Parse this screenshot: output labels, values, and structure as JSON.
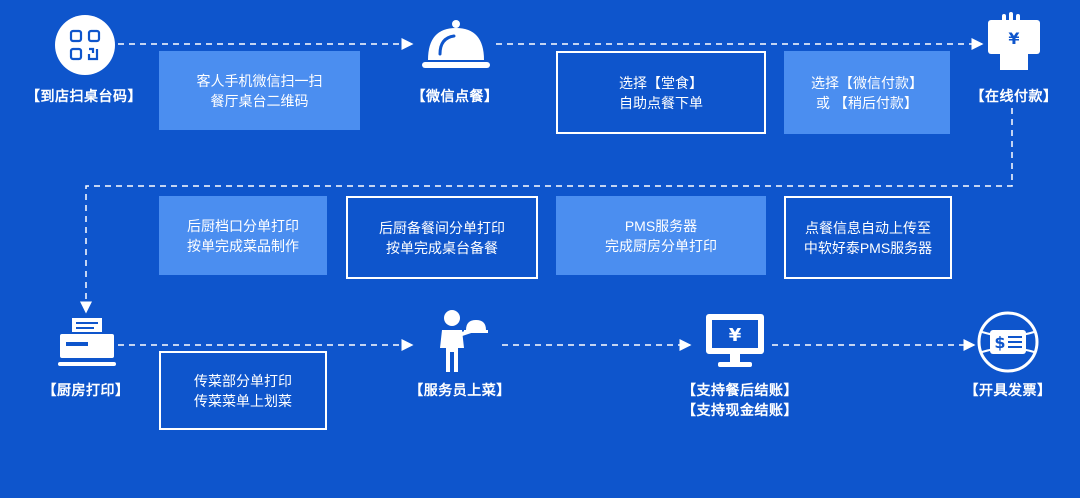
{
  "nodes": {
    "scan": {
      "label": "【到店扫桌台码】",
      "icon": "qr-code-icon"
    },
    "order": {
      "label": "【微信点餐】",
      "icon": "cloche-icon"
    },
    "pay": {
      "label": "【在线付款】",
      "icon": "hand-card-icon"
    },
    "print": {
      "label": "【厨房打印】",
      "icon": "printer-icon"
    },
    "serve": {
      "label": "【服务员上菜】",
      "icon": "waiter-icon"
    },
    "checkout": {
      "label1": "【支持餐后结账】",
      "label2": "【支持现金结账】",
      "icon": "monitor-yen-icon"
    },
    "invoice": {
      "label": "【开具发票】",
      "icon": "invoice-globe-icon"
    }
  },
  "boxes": {
    "scan_desc": {
      "line1": "客人手机微信扫一扫",
      "line2": "餐厅桌台二维码"
    },
    "choose_dinein": {
      "line1": "选择【堂食】",
      "line2": "自助点餐下单"
    },
    "choose_pay": {
      "line1": "选择【微信付款】",
      "line2": "或 【稍后付款】"
    },
    "kitchen_stall": {
      "line1": "后厨档口分单打印",
      "line2": "按单完成菜品制作"
    },
    "kitchen_prep": {
      "line1": "后厨备餐间分单打印",
      "line2": "按单完成桌台备餐"
    },
    "pms_print": {
      "line1": "PMS服务器",
      "line2": "完成厨房分单打印"
    },
    "pms_upload": {
      "line1": "点餐信息自动上传至",
      "line2": "中软好泰PMS服务器"
    },
    "pass_print": {
      "line1": "传菜部分单打印",
      "line2": "传菜菜单上划菜"
    }
  },
  "colors": {
    "background": "#0e55cc",
    "box_fill": "#4b8ef0",
    "line": "#ffffff"
  }
}
